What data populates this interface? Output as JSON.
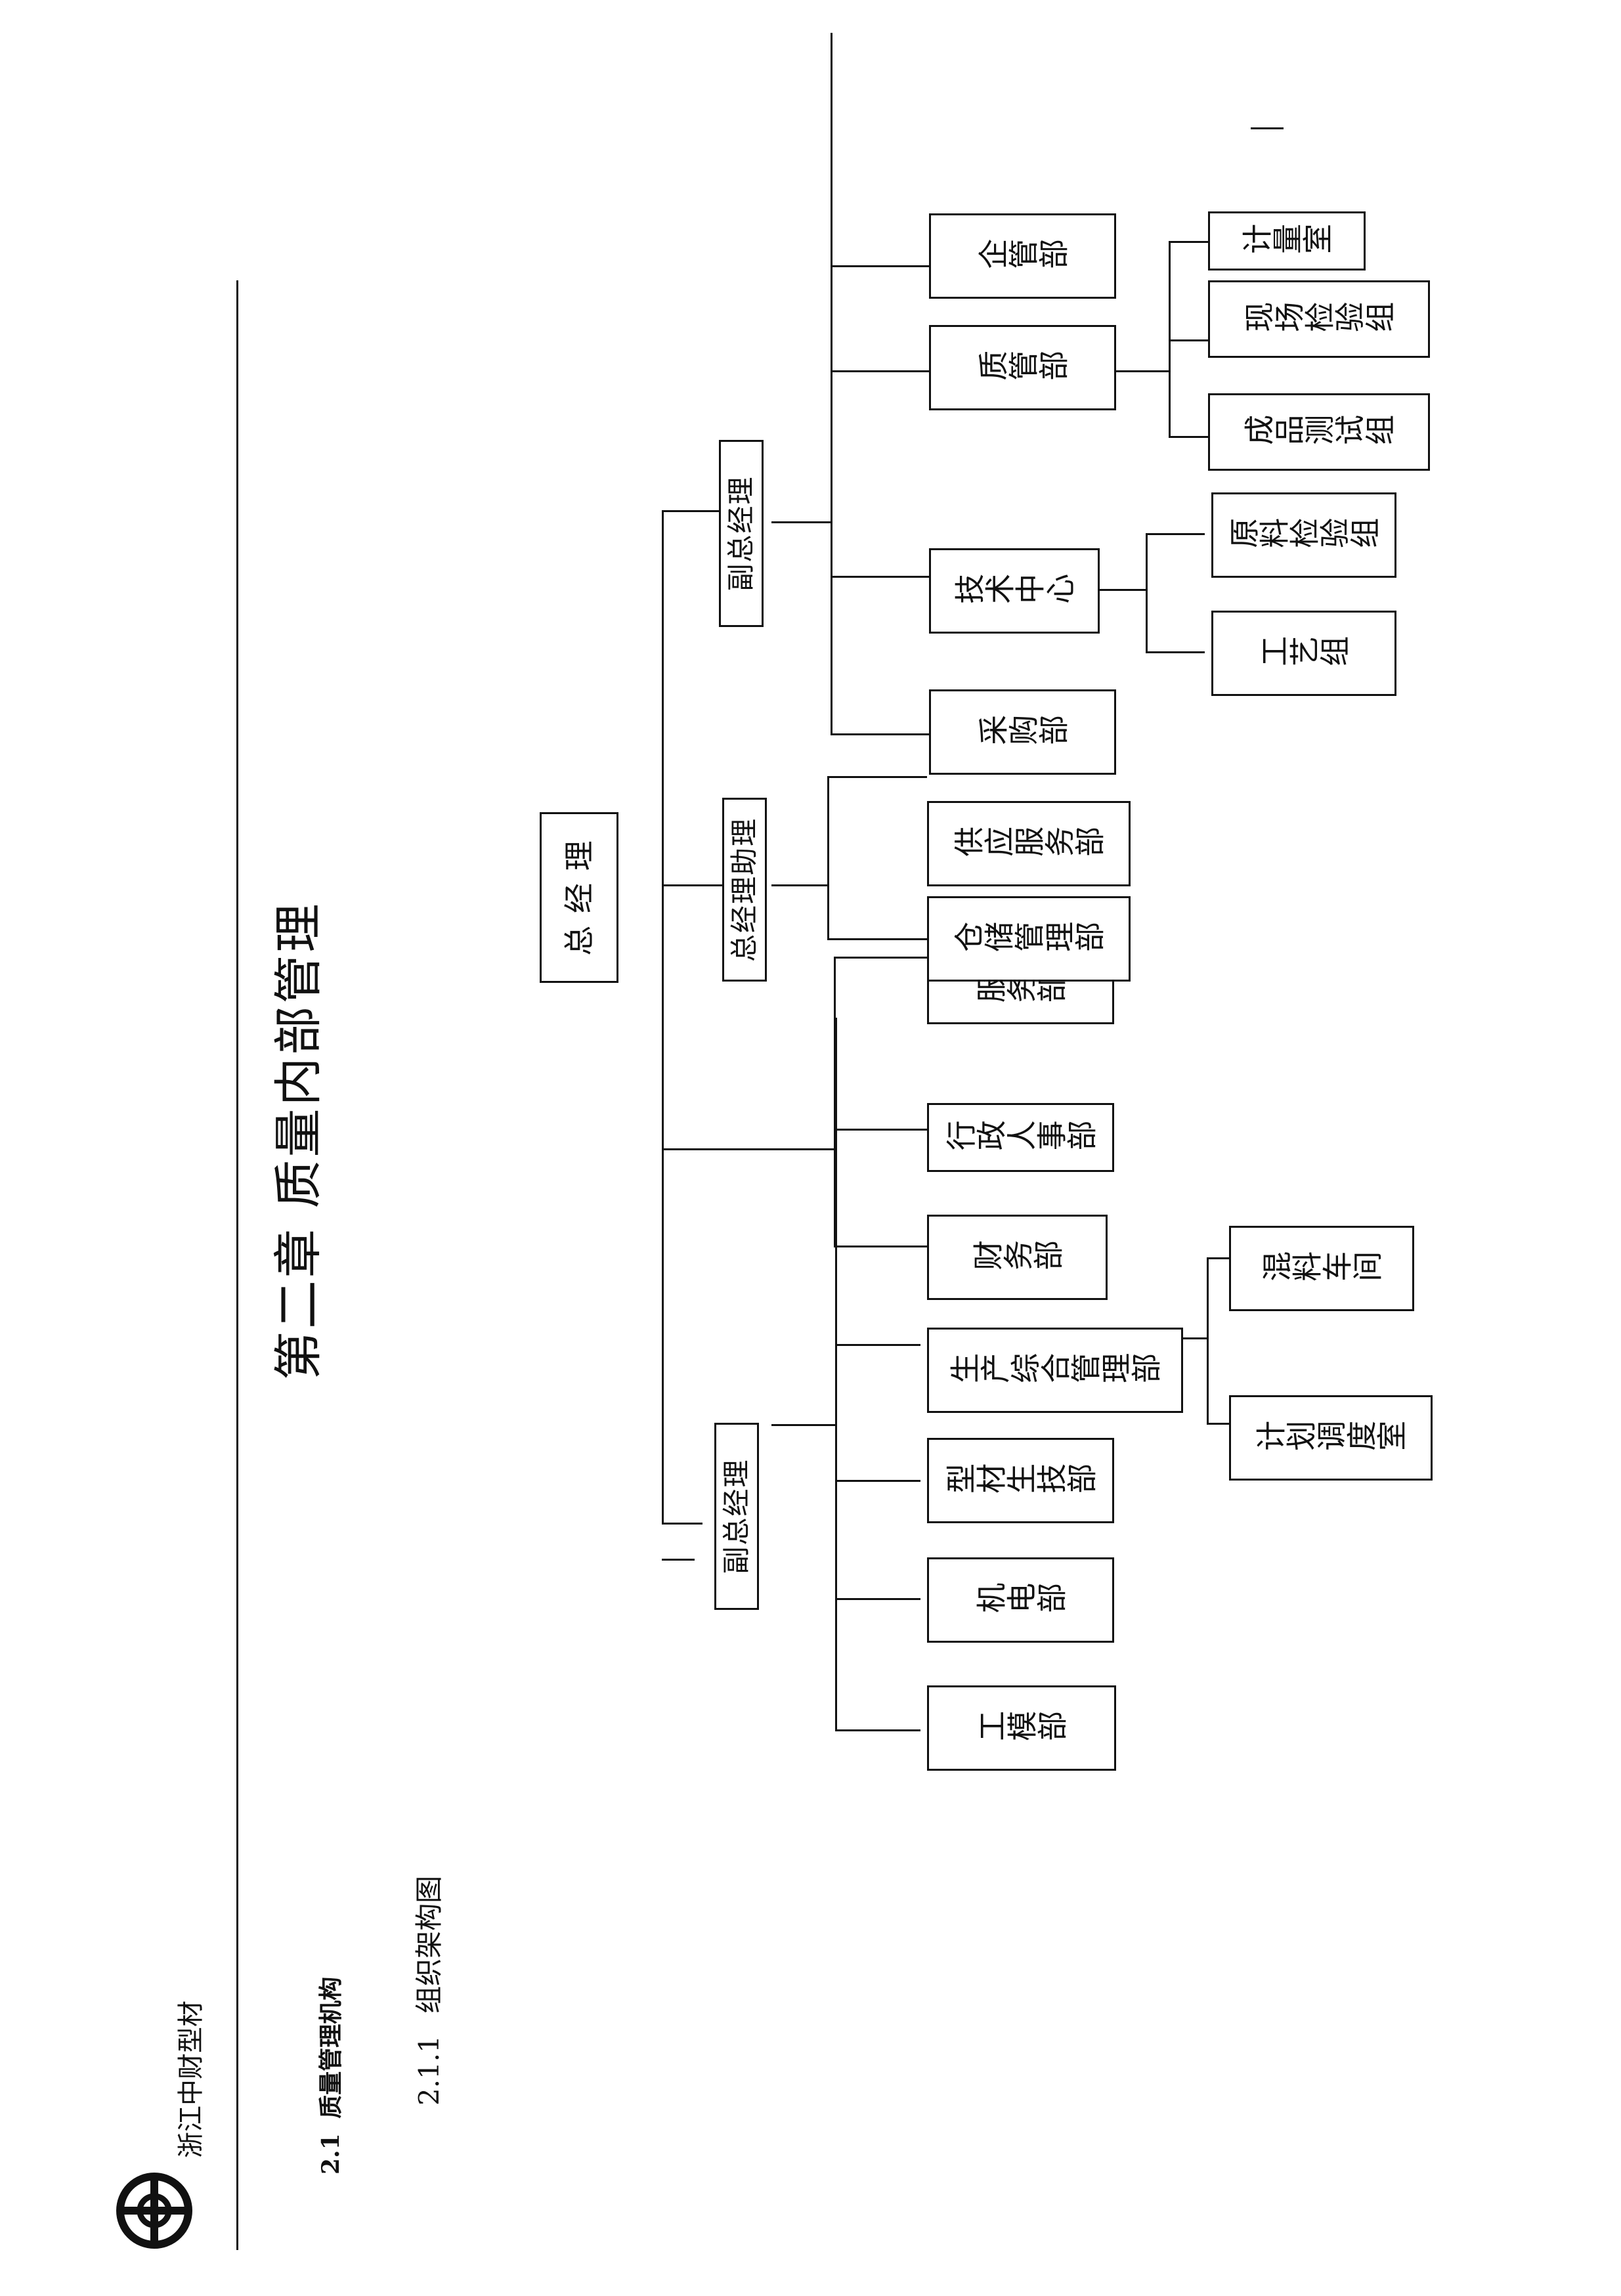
{
  "header": {
    "company_name": "浙江中财型材"
  },
  "chapter_title": "第二章 质量内部管理",
  "section": {
    "number": "2.1",
    "title": "质量管理机构"
  },
  "subsection": {
    "number": "2.1.1",
    "title": "组织架构图"
  },
  "org_chart": {
    "root": "总 经 理",
    "deputy_left": "副总经理",
    "deputy_left_children": [
      "工模部",
      "机电部",
      "型材生技部",
      "生产综合管理部"
    ],
    "production_children": [
      "计划调度室",
      "混料车间"
    ],
    "direct_children": [
      "财务部",
      "行政人事部",
      "服务部"
    ],
    "assistant": "总经理助理",
    "assistant_children": [
      "仓储管理部",
      "供应服务部"
    ],
    "deputy_right": "副总经理",
    "deputy_right_children": [
      "采购部",
      "技术中心",
      "质管部",
      "企管部"
    ],
    "tech_children": [
      "工艺组",
      "原料检验组"
    ],
    "quality_children": [
      "成品测试组",
      "现场检验组",
      "计量室"
    ]
  }
}
